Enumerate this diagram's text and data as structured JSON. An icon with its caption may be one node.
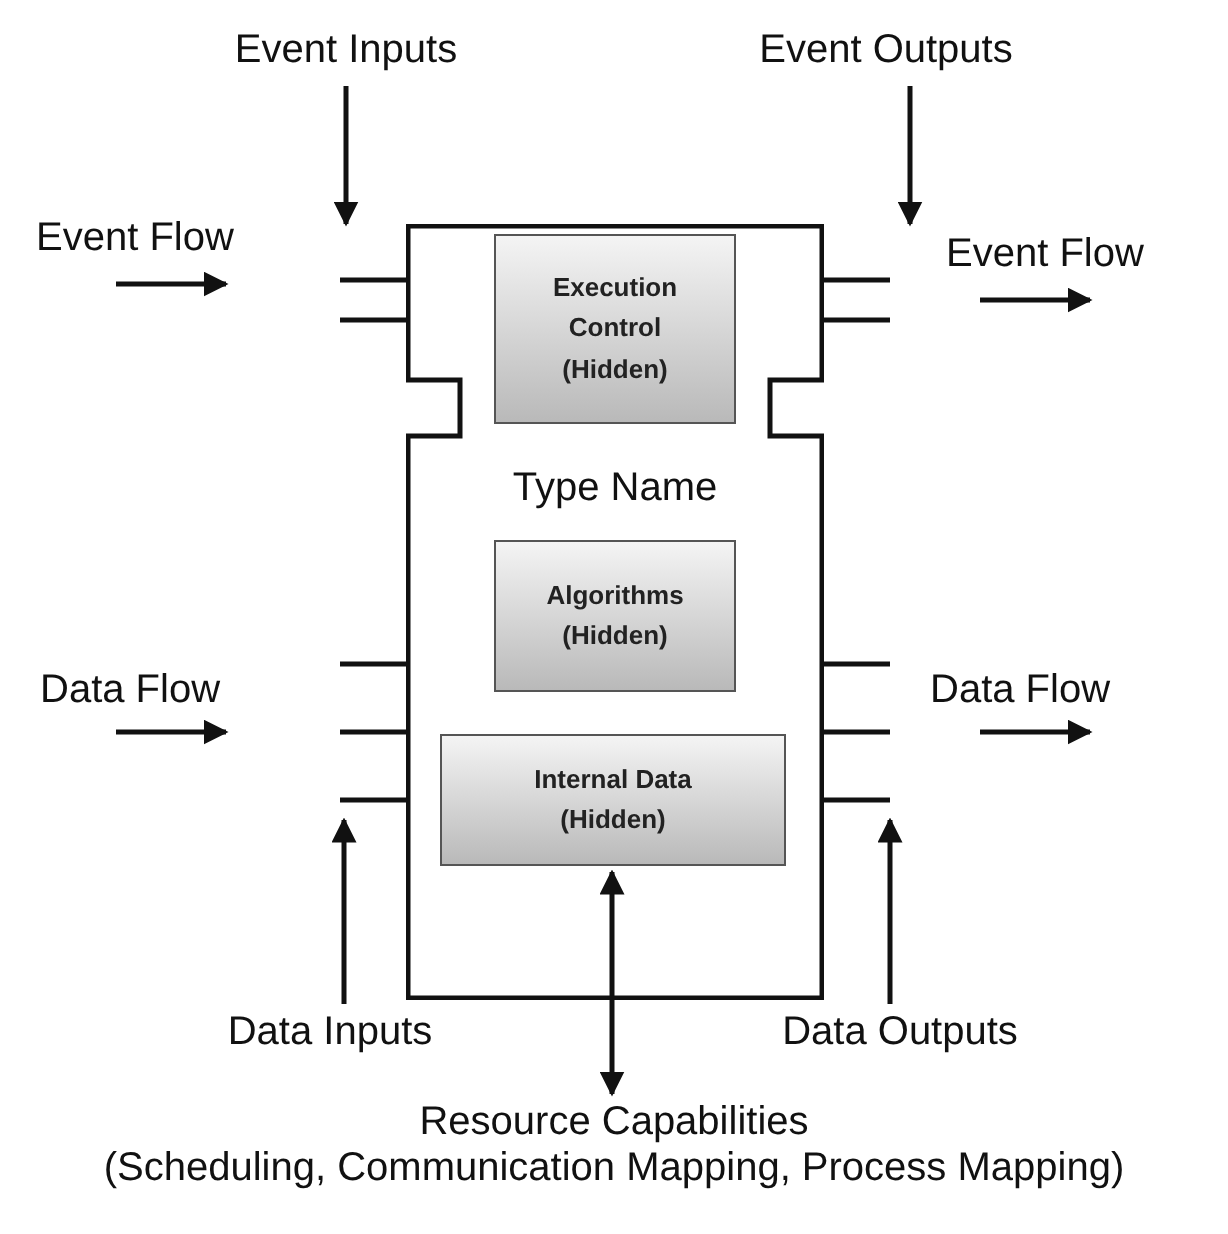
{
  "diagram": {
    "nodes": [
      {
        "text": [
          "Type Name"
        ]
      },
      {
        "text": [
          "Execution Control (Hidden)"
        ],
        "in": 0
      },
      {
        "text": [
          "Algorithms (Hidden)"
        ],
        "in": 0
      },
      {
        "text": [
          "Internal Data (Hidden)"
        ],
        "in": 0
      },
      {
        "text": [
          "Event Inputs"
        ]
      },
      {
        "text": [
          "Event Outputs"
        ]
      },
      {
        "text": [
          "Data Inputs"
        ]
      },
      {
        "text": [
          "Data Outputs"
        ]
      },
      {
        "text": [
          "Resource Capabilities",
          "(Scheduling, Communication Mapping, Process Mapping)"
        ]
      }
    ],
    "edges": [
      {
        "from": 4,
        "to": null,
        "arrow": "to"
      },
      {
        "from": 5,
        "to": null,
        "arrow": "to"
      },
      {
        "from": 6,
        "to": null,
        "arrow": "to"
      },
      {
        "from": 7,
        "to": null,
        "arrow": "to"
      },
      {
        "from": 3,
        "to": 8,
        "arrow": "both"
      }
    ],
    "labels": [
      "Event Flow",
      "Event Flow",
      "Data Flow",
      "Data Flow"
    ]
  }
}
